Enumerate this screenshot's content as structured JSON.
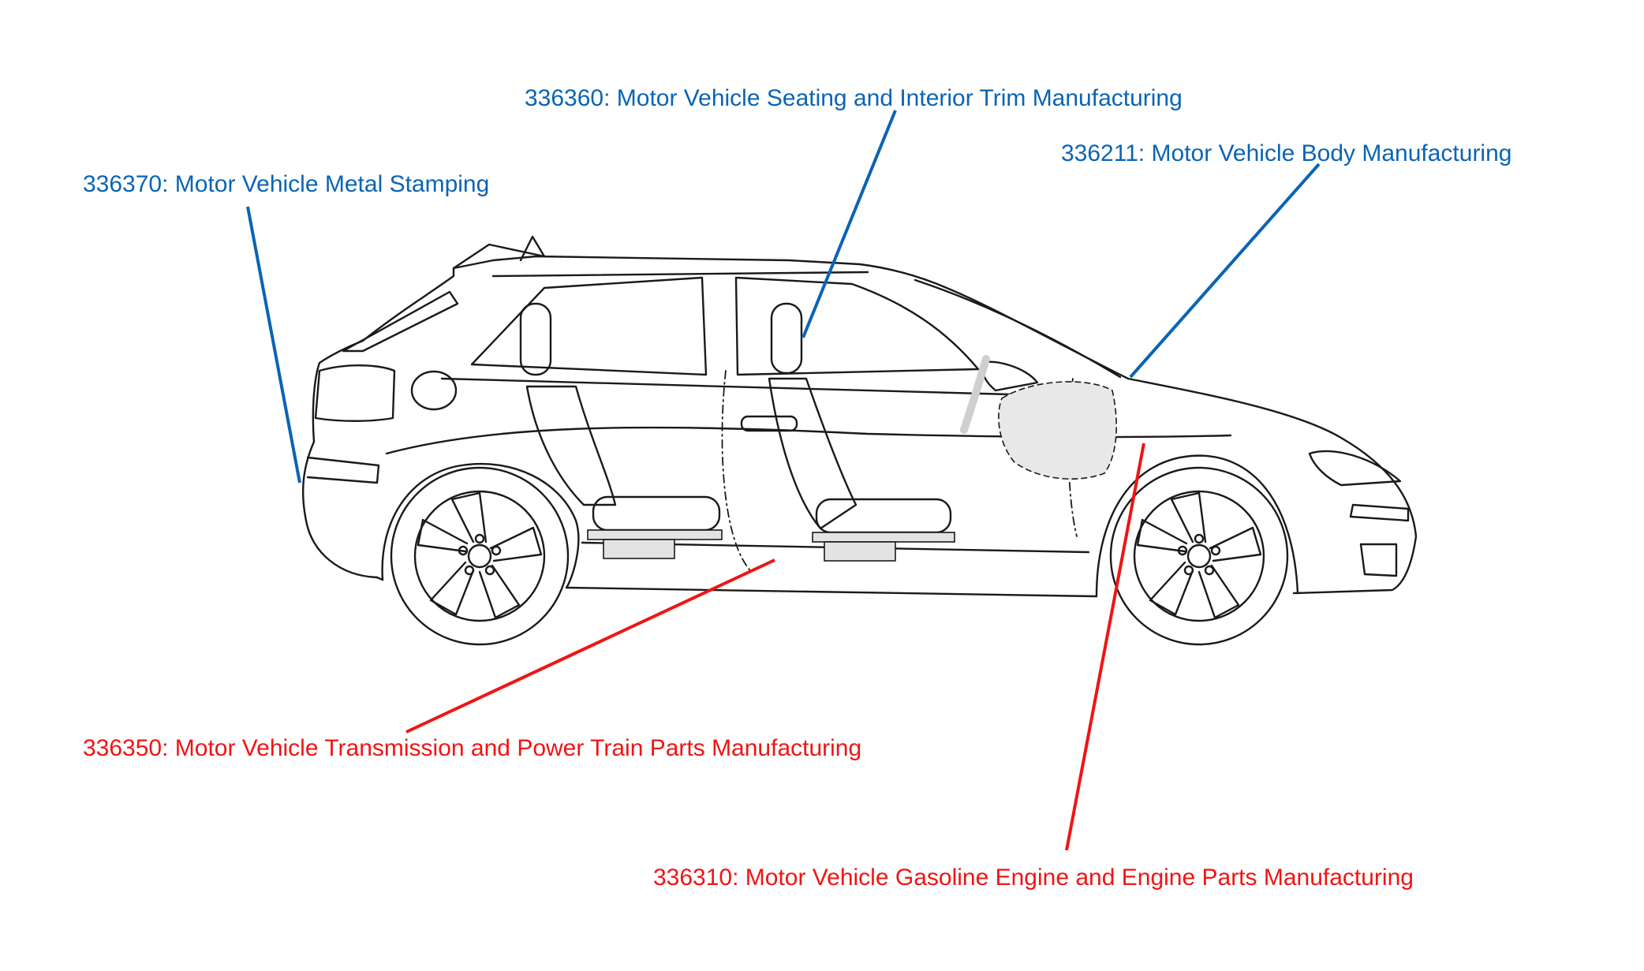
{
  "colors": {
    "blue": "#0a64b4",
    "red": "#f01414",
    "line": "#1a1a1a"
  },
  "labels": {
    "metal_stamping": "336370: Motor Vehicle Metal Stamping",
    "seating_trim": "336360: Motor Vehicle Seating and Interior Trim Manufacturing",
    "body": "336211: Motor Vehicle Body Manufacturing",
    "transmission": "336350: Motor Vehicle Transmission and Power Train Parts Manufacturing",
    "engine": "336310: Motor Vehicle Gasoline Engine and Engine Parts Manufacturing"
  }
}
